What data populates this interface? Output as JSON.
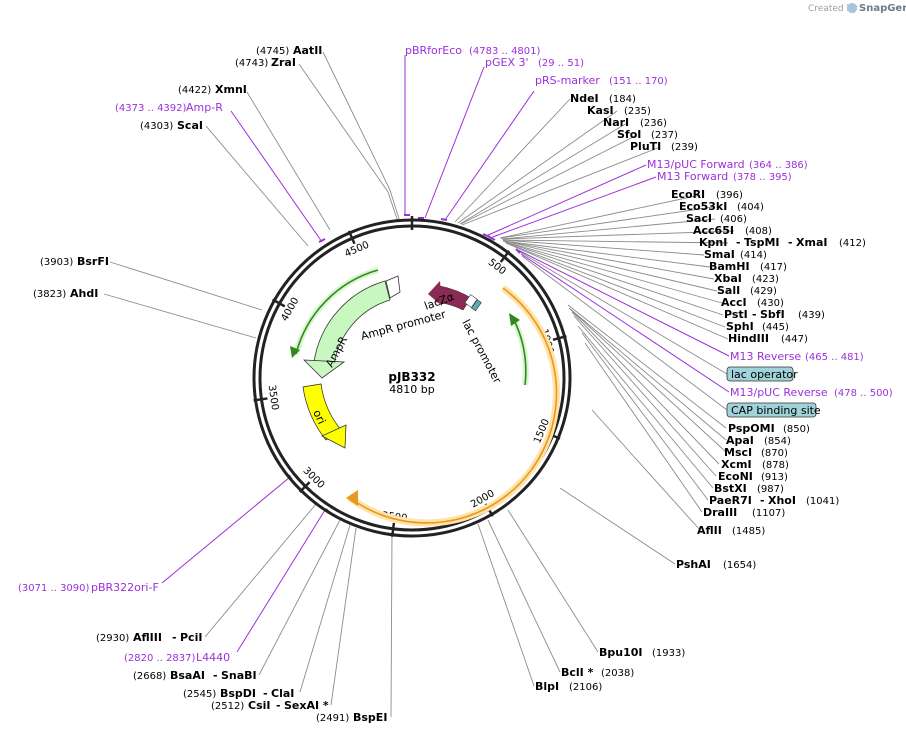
{
  "credit": {
    "created_by": "Created by",
    "brand": "SnapGene"
  },
  "plasmid": {
    "name": "pJB332",
    "length": "4810 bp",
    "total_bp": 4810
  },
  "ticks": [
    "500",
    "1000",
    "1500",
    "2000",
    "2500",
    "3000",
    "3500",
    "4000",
    "4500"
  ],
  "features": [
    {
      "name": "lacZα",
      "color": "#8b2a55"
    },
    {
      "name": "lac promoter",
      "color": "#ffffff"
    },
    {
      "name": "AmpR promoter",
      "color": "#ffffff"
    },
    {
      "name": "AmpR",
      "color": "#c8f7c0"
    },
    {
      "name": "ori",
      "color": "#ffff00"
    }
  ],
  "boxed": [
    {
      "name": "lac operator",
      "color": "#9fd3d9"
    },
    {
      "name": "CAP binding site",
      "color": "#9fd3d9"
    }
  ],
  "sites_left": [
    {
      "pos": "(4745)",
      "name": "AatII"
    },
    {
      "pos": "(4743)",
      "name": "ZraI"
    },
    {
      "pos": "(4422)",
      "name": "XmnI"
    },
    {
      "pos": "(4373 .. 4392)",
      "name": "Amp-R"
    },
    {
      "pos": "(4303)",
      "name": "ScaI"
    },
    {
      "pos": "(3903)",
      "name": "BsrFI"
    },
    {
      "pos": "(3823)",
      "name": "AhdI"
    },
    {
      "pos": "(3071 .. 3090)",
      "name": "pBR322ori-F"
    },
    {
      "pos": "(2930)",
      "name": "AflIII",
      "name2": "PciI"
    },
    {
      "pos": "(2820 .. 2837)",
      "name": "L4440"
    },
    {
      "pos": "(2668)",
      "name": "BsaAI",
      "name2": "SnaBI"
    },
    {
      "pos": "(2545)",
      "name": "BspDI",
      "name2": "ClaI"
    },
    {
      "pos": "(2512)",
      "name": "CsiI",
      "name2": "SexAI *"
    },
    {
      "pos": "(2491)",
      "name": "BspEI"
    }
  ],
  "sites_top": [
    {
      "name": "pBRforEco",
      "pos": "(4783 .. 4801)"
    },
    {
      "name": "pGEX 3'",
      "pos": "(29 .. 51)"
    },
    {
      "name": "pRS-marker",
      "pos": "(151 .. 170)"
    }
  ],
  "sites_right": [
    {
      "name": "NdeI",
      "pos": "(184)"
    },
    {
      "name": "KasI",
      "pos": "(235)"
    },
    {
      "name": "NarI",
      "pos": "(236)"
    },
    {
      "name": "SfoI",
      "pos": "(237)"
    },
    {
      "name": "PluTI",
      "pos": "(239)"
    },
    {
      "name": "M13/pUC Forward",
      "pos": "(364 .. 386)"
    },
    {
      "name": "M13 Forward",
      "pos": "(378 .. 395)"
    },
    {
      "name": "EcoRI",
      "pos": "(396)"
    },
    {
      "name": "Eco53kI",
      "pos": "(404)"
    },
    {
      "name": "SacI",
      "pos": "(406)"
    },
    {
      "name": "Acc65I",
      "pos": "(408)"
    },
    {
      "name": "KpnI",
      "name2": "TspMI",
      "name3": "XmaI",
      "pos": "(412)"
    },
    {
      "name": "SmaI",
      "pos": "(414)"
    },
    {
      "name": "BamHI",
      "pos": "(417)"
    },
    {
      "name": "XbaI",
      "pos": "(423)"
    },
    {
      "name": "SalI",
      "pos": "(429)"
    },
    {
      "name": "AccI",
      "pos": "(430)"
    },
    {
      "name": "PstI",
      "name2": "SbfI",
      "pos": "(439)"
    },
    {
      "name": "SphI",
      "pos": "(445)"
    },
    {
      "name": "HindIII",
      "pos": "(447)"
    },
    {
      "name": "M13 Reverse",
      "pos": "(465 .. 481)"
    },
    {
      "name": "M13/pUC Reverse",
      "pos": "(478 .. 500)"
    },
    {
      "name": "PspOMI",
      "pos": "(850)"
    },
    {
      "name": "ApaI",
      "pos": "(854)"
    },
    {
      "name": "MscI",
      "pos": "(870)"
    },
    {
      "name": "XcmI",
      "pos": "(878)"
    },
    {
      "name": "EcoNI",
      "pos": "(913)"
    },
    {
      "name": "BstXI",
      "pos": "(987)"
    },
    {
      "name": "PaeR7I",
      "name2": "XhoI",
      "pos": "(1041)"
    },
    {
      "name": "DraIII",
      "pos": "(1107)"
    },
    {
      "name": "AflII",
      "pos": "(1485)"
    },
    {
      "name": "PshAI",
      "pos": "(1654)"
    },
    {
      "name": "Bpu10I",
      "pos": "(1933)"
    },
    {
      "name": "BclI *",
      "pos": "(2038)"
    },
    {
      "name": "BlpI",
      "pos": "(2106)"
    }
  ]
}
